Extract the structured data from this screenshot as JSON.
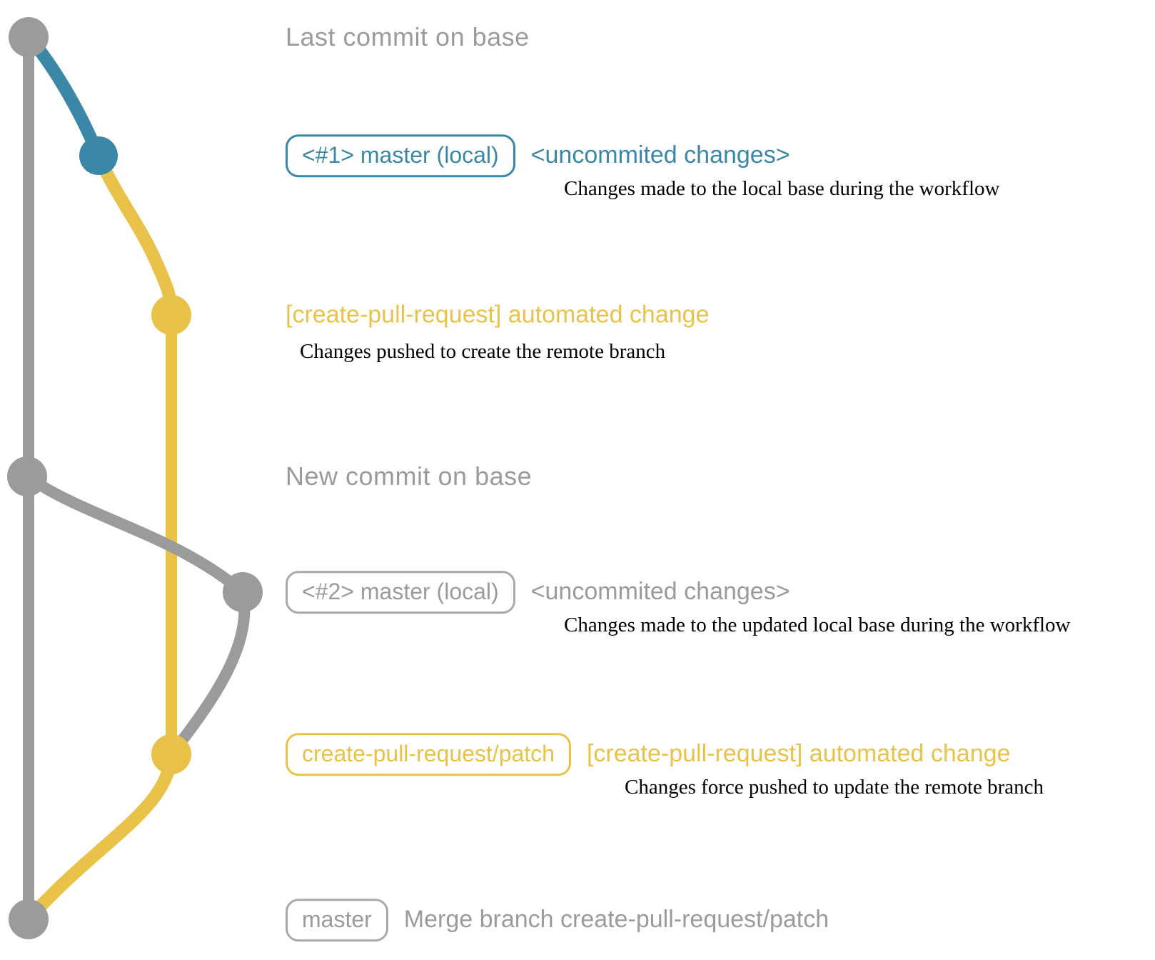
{
  "colors": {
    "gray": "#9B9B9B",
    "blue": "#3A87A8",
    "yellow": "#E9C24A",
    "description_text": "#000000"
  },
  "graph": {
    "type": "git-branch-diagram",
    "branch_colors": {
      "base_branch": "gray",
      "local_uncommitted_changes": "blue",
      "create_pull_request_patch_branch": "yellow"
    },
    "commits": [
      {
        "label": "Last commit on base",
        "branch": "base"
      },
      {
        "label": "<#1> master (local) <uncommited changes>",
        "branch": "local"
      },
      {
        "label": "[create-pull-request] automated change",
        "branch": "patch"
      },
      {
        "label": "New commit on base",
        "branch": "base"
      },
      {
        "label": "<#2> master (local) <uncommited changes>",
        "branch": "local"
      },
      {
        "label": "create-pull-request/patch [create-pull-request] automated change",
        "branch": "patch"
      },
      {
        "label": "master Merge branch create-pull-request/patch",
        "branch": "base"
      }
    ]
  },
  "rows": {
    "r1": {
      "heading": "Last commit on base"
    },
    "r2": {
      "badge": "<#1> master (local)",
      "title": "<uncommited changes>",
      "desc": "Changes made to the local base during the workflow"
    },
    "r3": {
      "title": "[create-pull-request] automated change",
      "desc": "Changes pushed to create the remote branch"
    },
    "r4": {
      "heading": "New commit on base"
    },
    "r5": {
      "badge": "<#2> master (local)",
      "title": "<uncommited changes>",
      "desc": "Changes made to the updated local base during the workflow"
    },
    "r6": {
      "badge": "create-pull-request/patch",
      "title": "[create-pull-request] automated change",
      "desc": "Changes force pushed to update the remote branch"
    },
    "r7": {
      "badge": "master",
      "title": "Merge branch create-pull-request/patch"
    }
  }
}
